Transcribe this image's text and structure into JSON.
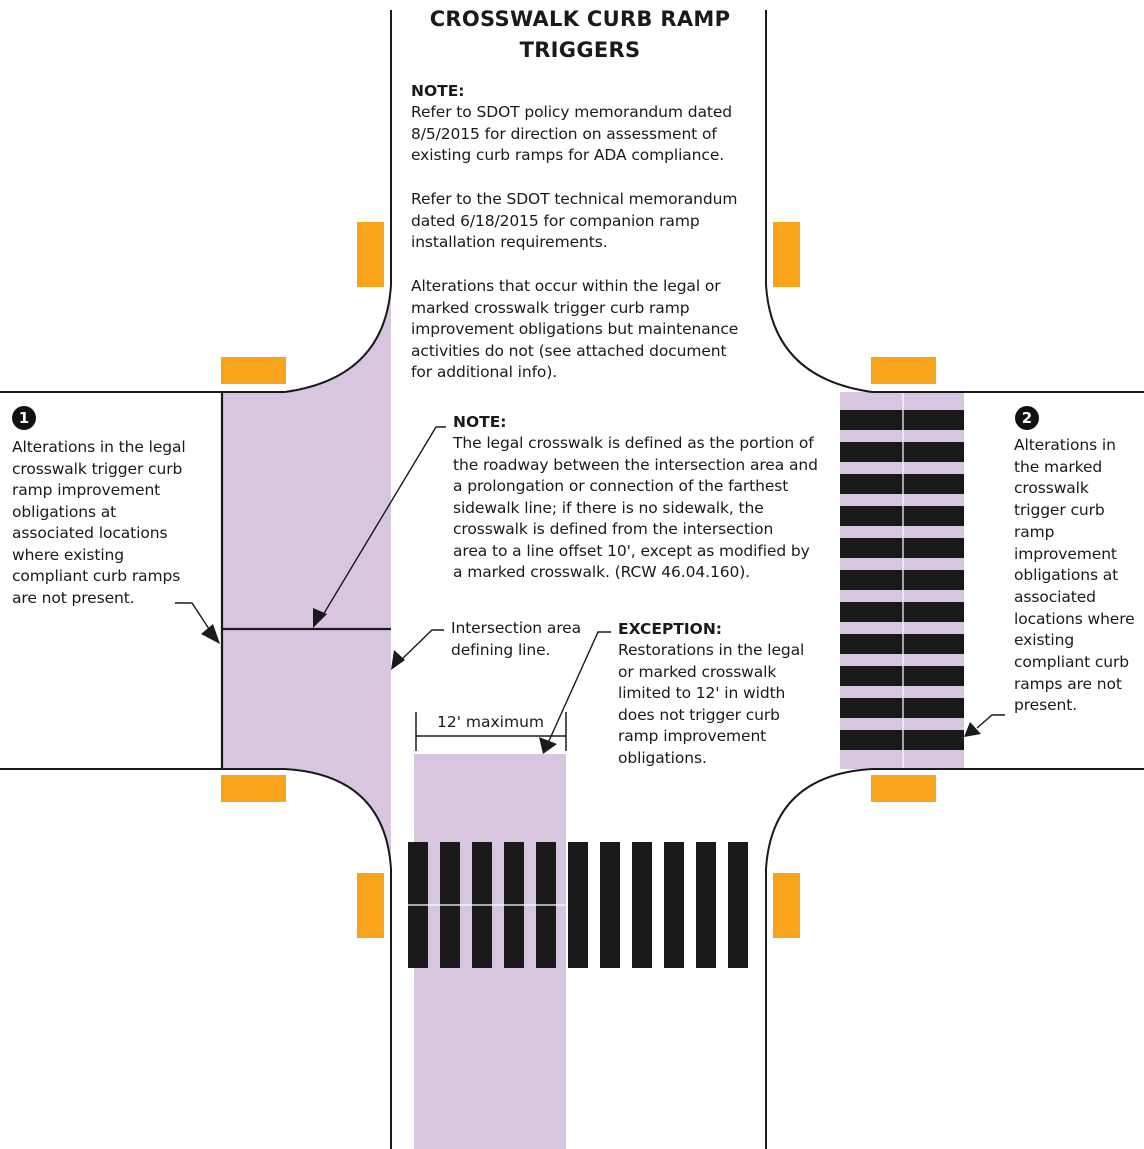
{
  "title": [
    "CROSSWALK CURB RAMP",
    "TRIGGERS"
  ],
  "colors": {
    "crosswalk_fill": "#d8c5df",
    "curb_marker": "#f9a51c",
    "stripe": "#1a1a1a",
    "line": "#1a1a1a"
  },
  "note_top": {
    "heading": "NOTE:",
    "paragraphs": [
      [
        "Refer to SDOT policy memorandum dated",
        "8/5/2015 for direction on assessment of",
        "existing curb ramps for ADA compliance."
      ],
      [
        "Refer to the SDOT technical memorandum",
        "dated 6/18/2015 for companion ramp",
        "installation requirements."
      ],
      [
        "Alterations that occur within the legal or",
        "marked crosswalk trigger curb ramp",
        "improvement obligations but maintenance",
        "activities do not (see attached document",
        "for additional info)."
      ]
    ]
  },
  "note_legal": {
    "heading": "NOTE:",
    "lines": [
      "The legal crosswalk is defined as the portion of",
      "the roadway between the intersection area and",
      "a prolongation or connection of the farthest",
      "sidewalk line; if there is no sidewalk, the",
      "crosswalk is defined from the intersection",
      "area to a line offset 10', except as modified by",
      "a marked crosswalk. (RCW 46.04.160)."
    ]
  },
  "callout_1": {
    "number": "1",
    "lines": [
      "Alterations in the legal",
      "crosswalk trigger curb",
      "ramp improvement",
      "obligations at",
      "associated locations",
      "where existing",
      "compliant curb ramps",
      "are not present."
    ]
  },
  "callout_2": {
    "number": "2",
    "lines": [
      "Alterations in",
      "the marked",
      "crosswalk",
      "trigger curb",
      "ramp",
      "improvement",
      "obligations at",
      "associated",
      "locations where",
      "existing",
      "compliant curb",
      "ramps are not",
      "present."
    ]
  },
  "intersection_label": [
    "Intersection area",
    "defining line."
  ],
  "exception": {
    "heading": "EXCEPTION:",
    "lines": [
      "Restorations in the legal",
      "or marked crosswalk",
      "limited to 12' in width",
      "does not trigger curb",
      "ramp improvement",
      "obligations."
    ]
  },
  "dimension_label": "12' maximum"
}
